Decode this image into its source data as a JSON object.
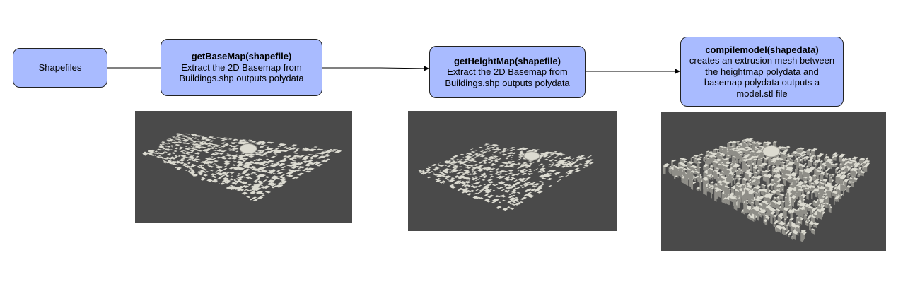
{
  "nodes": {
    "shapefiles": {
      "label": "Shapefiles"
    },
    "basemap": {
      "title": "getBaseMap(shapefile)",
      "line1": "Extract the 2D Basemap from",
      "line2": "Buildings.shp outputs polydata"
    },
    "heightmap": {
      "title": "getHeightMap(shapefile)",
      "line1": "Extract the 2D Basemap from",
      "line2": "Buildings.shp outputs polydata"
    },
    "compile": {
      "title": "compilemodel(shapedata)",
      "line1": "creates an extrusion mesh between",
      "line2": "the heightmap polydata and",
      "line3": "basemap polydata outputs a",
      "line4": "model.stl file"
    }
  },
  "colors": {
    "node_fill": "#a9bbff",
    "node_stroke": "#222222",
    "render_bg": "#4a4a4a",
    "building": "#dcdbd1"
  }
}
